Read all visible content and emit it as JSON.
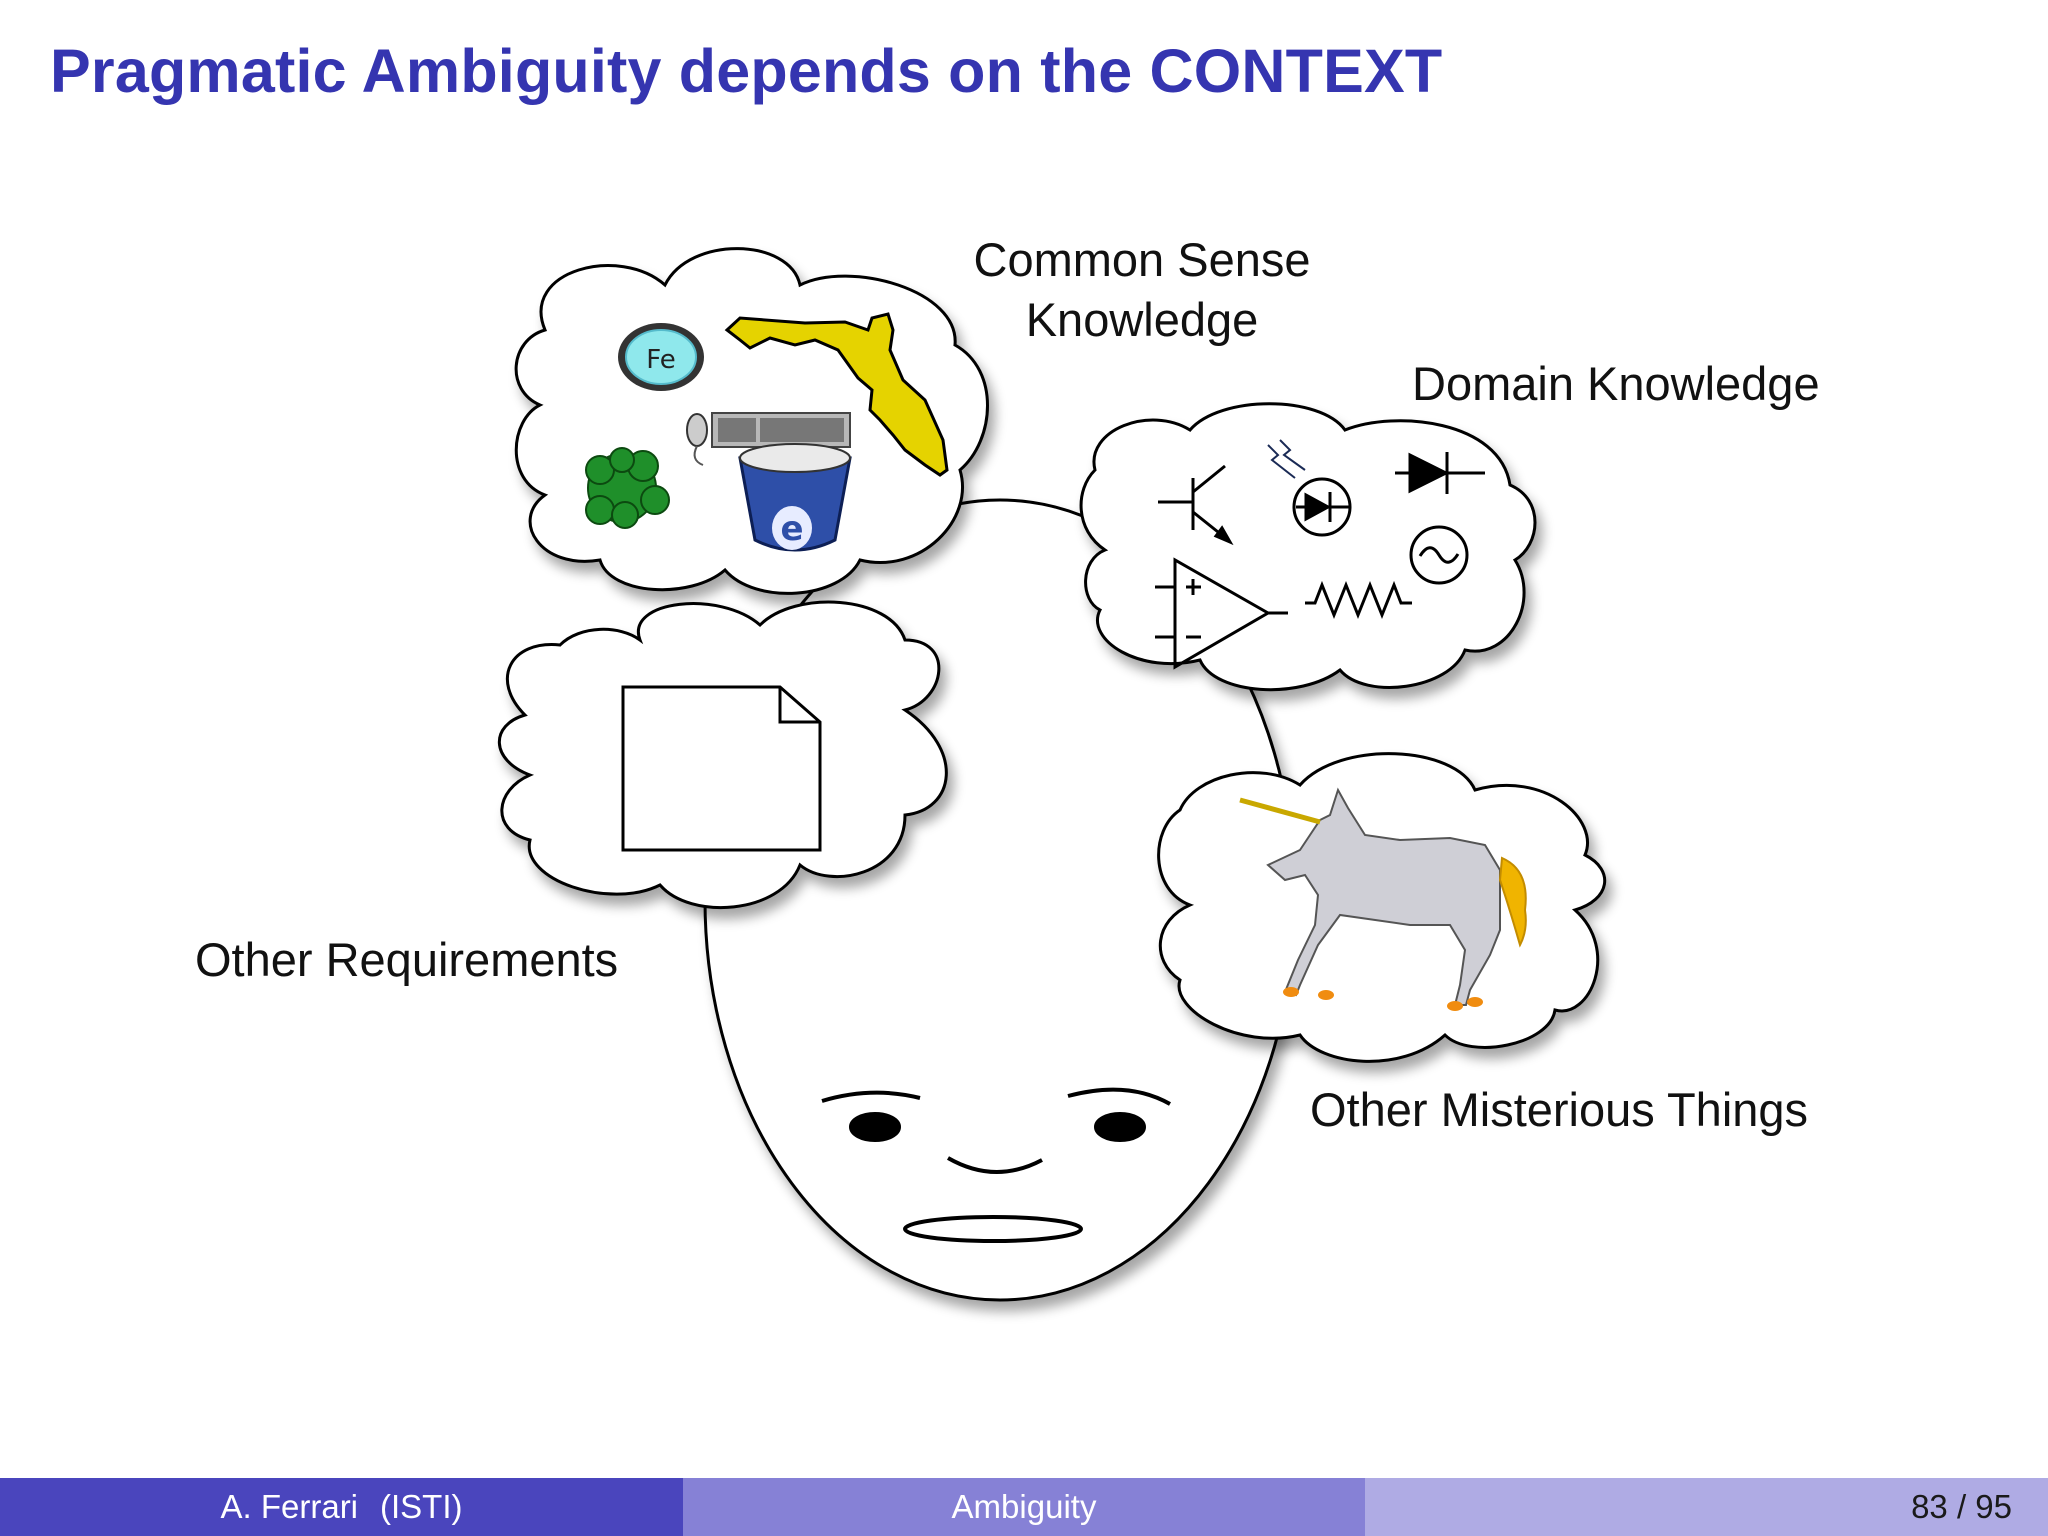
{
  "slide": {
    "title": "Pragmatic Ambiguity depends on the CONTEXT"
  },
  "labels": {
    "common_sense_line1": "Common Sense",
    "common_sense_line2": "Knowledge",
    "domain_knowledge": "Domain Knowledge",
    "other_requirements": "Other Requirements",
    "other_misterious": "Other Misterious Things"
  },
  "icons": {
    "element_symbol": "Fe"
  },
  "footer": {
    "author": "A. Ferrari",
    "institute": "(ISTI)",
    "topic": "Ambiguity",
    "page": "83 / 95"
  },
  "colors": {
    "title": "#3535b0",
    "footer_left": "#4a45bd",
    "footer_mid": "#8681d6",
    "footer_right": "#afabe4",
    "florida": "#e5d300",
    "imac": "#2e4fa8",
    "unicorn_body": "#cfcfd6",
    "unicorn_mane": "#f0b400"
  }
}
